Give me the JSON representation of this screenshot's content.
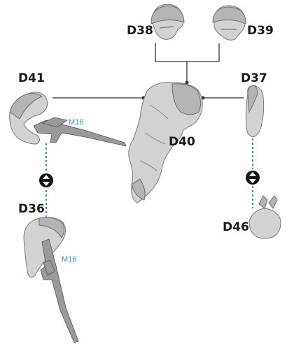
{
  "labels": {
    "d38": "D38",
    "d39": "D39",
    "d40": "D40",
    "d41": "D41",
    "d37": "D37",
    "d36": "D36",
    "d46": "D46"
  },
  "weapon_labels": {
    "m16_upper": "M16",
    "m16_lower": "M16"
  },
  "colors": {
    "accent": "#2a9bc9",
    "line": "#333333",
    "part": "#d2d2d2"
  },
  "icons": [
    "attach-symbol-icon",
    "attach-symbol-icon"
  ]
}
